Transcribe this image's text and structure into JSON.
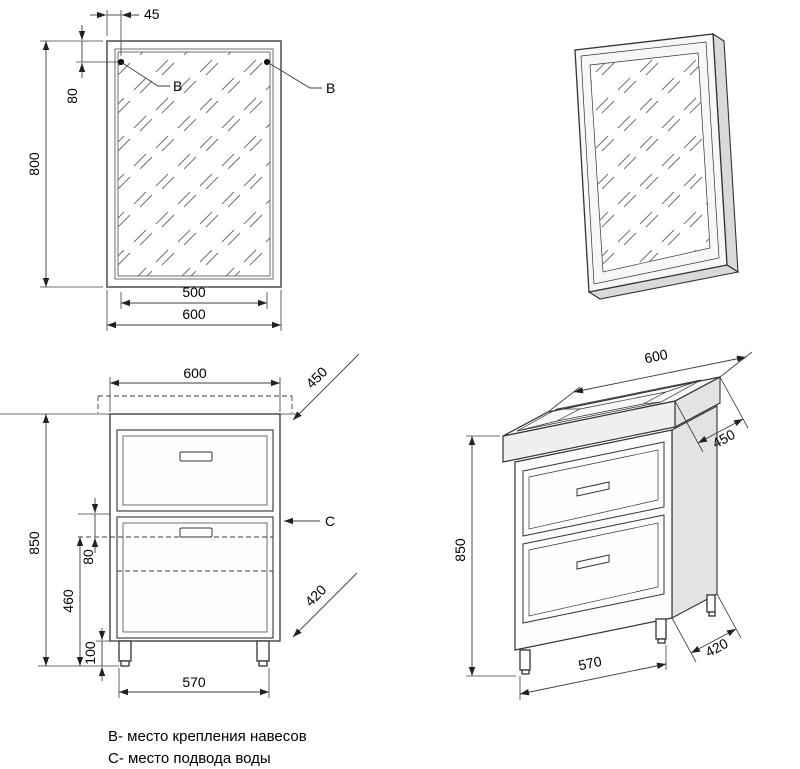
{
  "mirror_front": {
    "dim_offset_top": "45",
    "dim_mount_drop": "80",
    "dim_height": "800",
    "dim_mount_span": "500",
    "dim_width": "600",
    "label_left": "B",
    "label_right": "B"
  },
  "cabinet_front": {
    "dim_width_top": "600",
    "dim_depth_top": "450",
    "dim_height": "850",
    "dim_gap": "80",
    "dim_water_zone": "460",
    "dim_leg": "100",
    "dim_depth_bottom": "420",
    "dim_width_bottom": "570",
    "label_water": "C"
  },
  "cabinet_3d": {
    "dim_width_top": "600",
    "dim_depth_top": "450",
    "dim_height": "850",
    "dim_width_bottom": "570",
    "dim_depth_bottom": "420"
  },
  "legend": {
    "line_b": "В- место крепления навесов",
    "line_c": "С- место подвода воды"
  }
}
